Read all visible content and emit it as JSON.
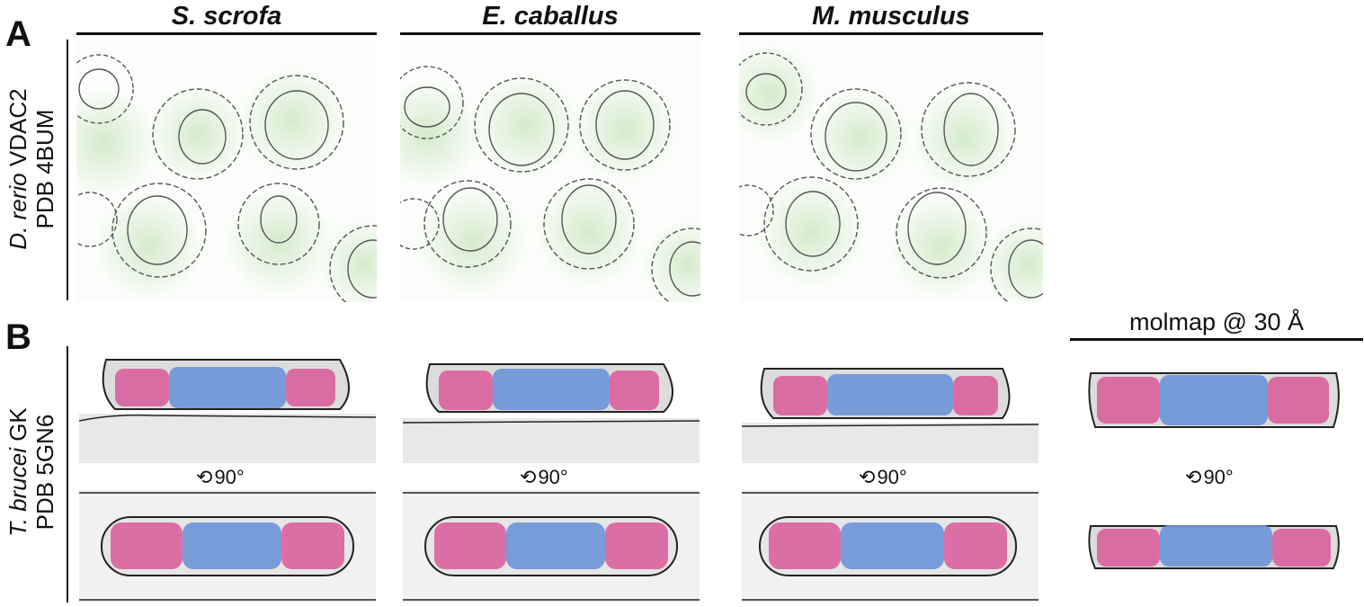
{
  "panels": {
    "a": {
      "letter": "A"
    },
    "b": {
      "letter": "B"
    }
  },
  "columns": [
    "S. scrofa",
    "E. caballus",
    "M. musculus"
  ],
  "row_a_label": {
    "italic": "D. rerio",
    "normal": " VDAC2",
    "line2": "PDB 4BUM"
  },
  "row_b_label": {
    "italic": "T. brucei",
    "normal": " GK",
    "line2": "PDB 5GN6"
  },
  "rotation_label": "90°",
  "molmap_title": "molmap @ 30 Å",
  "colors": {
    "pink": "#d9589a",
    "blue": "#6b93d8",
    "green": "#bfe3b5",
    "gray": "#e6e6e6"
  }
}
